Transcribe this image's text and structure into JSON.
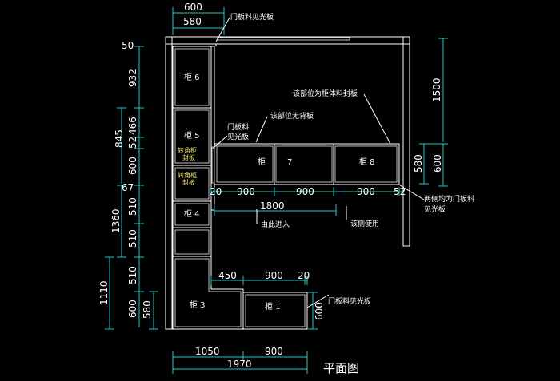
{
  "title": "平面图",
  "top_dims": {
    "d600": "600",
    "d580": "580"
  },
  "bottom_dims": {
    "d1050": "1050",
    "d900": "900",
    "d1970": "1970"
  },
  "left_dims": {
    "d50": "50",
    "d932": "932",
    "d845": "845",
    "d466": "466",
    "d52": "52",
    "d600": "600",
    "d67": "67",
    "d1360": "1360",
    "d510a": "510",
    "d510b": "510",
    "d510c": "510",
    "d1110": "1110",
    "d600b": "600",
    "d580": "580"
  },
  "right_dims": {
    "d1500": "1500",
    "d580": "580",
    "d600": "600"
  },
  "inner_dims": {
    "d20": "20",
    "d900a": "900",
    "d900b": "900",
    "d900c": "900",
    "d52": "52",
    "d1800": "1800",
    "d450": "450",
    "d900d": "900",
    "d20b": "20",
    "d600": "600"
  },
  "cabinets": {
    "c6": "柜 6",
    "c5": "柜 5",
    "c4": "柜 4",
    "c3": "柜 3",
    "c1": "柜 1",
    "cj": "柜",
    "c7": "7",
    "c8": "柜 8"
  },
  "notes": {
    "top_door": "门板料见光板",
    "body_panel": "该部位为柜体料封板",
    "no_back": "该部位无背板",
    "door_l1": "门板料",
    "door_l2": "见光板",
    "corner1_l1": "转角柜",
    "corner1_l2": "封板",
    "corner2_l1": "转角柜",
    "corner2_l2": "封板",
    "both_sides_l1": "两侧均为门板料",
    "both_sides_l2": "见光板",
    "enter": "由此进入",
    "side_use": "该侧使用",
    "bottom_door": "门板料见光板"
  }
}
